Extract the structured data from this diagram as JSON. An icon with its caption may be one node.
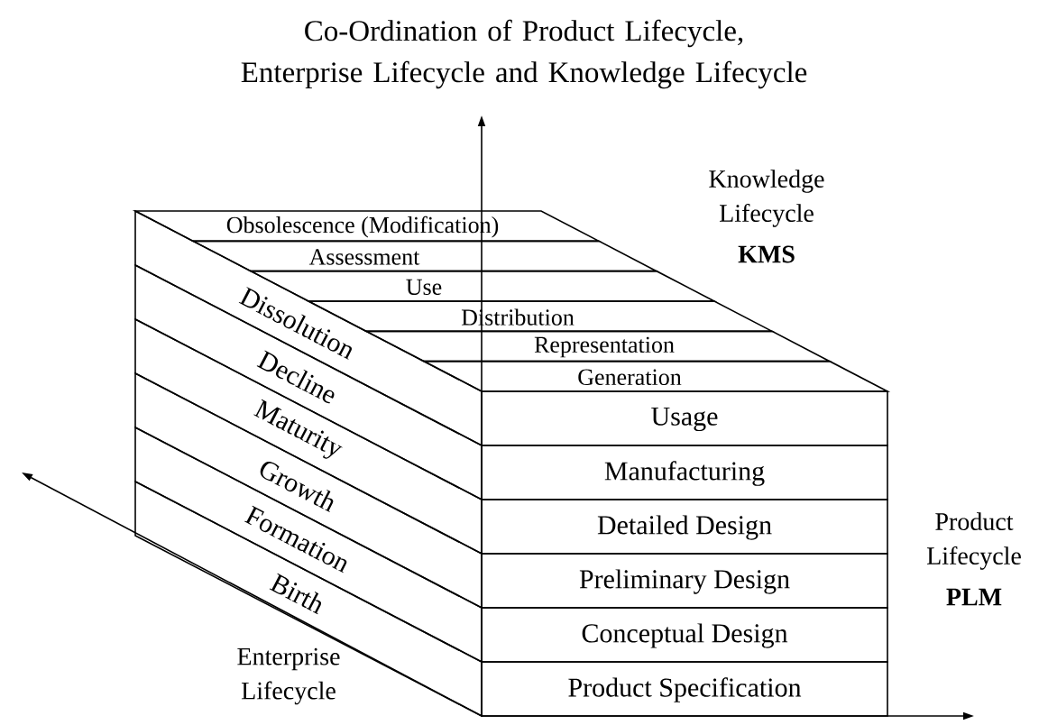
{
  "diagram": {
    "title": "Co-Ordination of Product Lifecycle, Enterprise Lifecycle and Knowledge Lifecycle",
    "nodes": [
      {
        "text": [
          "Obsolescence (Modification)"
        ]
      },
      {
        "text": [
          "Assessment"
        ]
      },
      {
        "text": [
          "Use"
        ]
      },
      {
        "text": [
          "Distribution"
        ]
      },
      {
        "text": [
          "Representation"
        ]
      },
      {
        "text": [
          "Generation"
        ]
      },
      {
        "text": [
          "Dissolution"
        ]
      },
      {
        "text": [
          "Decline"
        ]
      },
      {
        "text": [
          "Maturity"
        ]
      },
      {
        "text": [
          "Growth"
        ]
      },
      {
        "text": [
          "Formation"
        ]
      },
      {
        "text": [
          "Birth"
        ]
      },
      {
        "text": [
          "Usage"
        ]
      },
      {
        "text": [
          "Manufacturing"
        ]
      },
      {
        "text": [
          "Detailed Design"
        ]
      },
      {
        "text": [
          "Preliminary Design"
        ]
      },
      {
        "text": [
          "Conceptual Design"
        ]
      },
      {
        "text": [
          "Product Specification"
        ]
      }
    ],
    "labels": [
      "Knowledge Lifecycle",
      "KMS",
      "Product Lifecycle",
      "PLM",
      "Enterprise Lifecycle"
    ]
  }
}
